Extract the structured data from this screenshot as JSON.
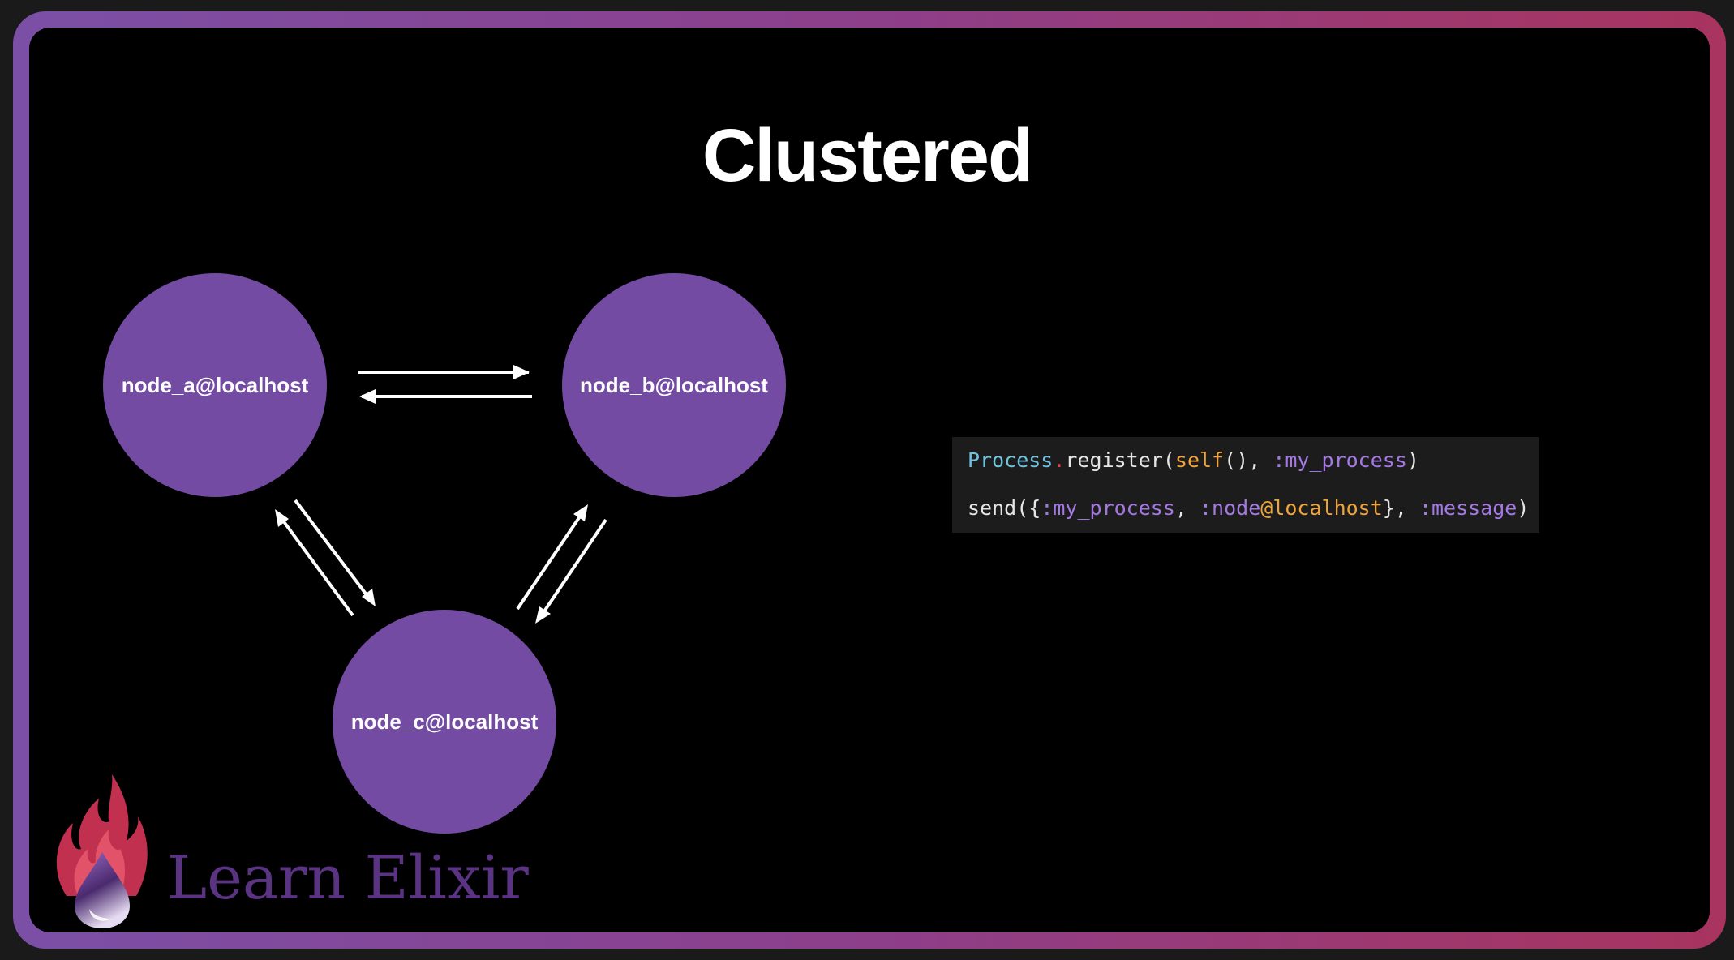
{
  "slide": {
    "title": "Clustered"
  },
  "nodes": [
    {
      "label": "node_a@localhost"
    },
    {
      "label": "node_b@localhost"
    },
    {
      "label": "node_c@localhost"
    }
  ],
  "code": {
    "line1": [
      {
        "text": "Process",
        "kind": "module"
      },
      {
        "text": ".",
        "kind": "dot"
      },
      {
        "text": "register(",
        "kind": "plain"
      },
      {
        "text": "self",
        "kind": "keyword"
      },
      {
        "text": "(), ",
        "kind": "plain"
      },
      {
        "text": ":my_process",
        "kind": "atom"
      },
      {
        "text": ")",
        "kind": "plain"
      }
    ],
    "line2": [
      {
        "text": "send({",
        "kind": "plain"
      },
      {
        "text": ":my_process",
        "kind": "atom"
      },
      {
        "text": ", ",
        "kind": "plain"
      },
      {
        "text": ":node",
        "kind": "atom"
      },
      {
        "text": "@localhost",
        "kind": "at"
      },
      {
        "text": "}, ",
        "kind": "plain"
      },
      {
        "text": ":message",
        "kind": "atom"
      },
      {
        "text": ")",
        "kind": "plain"
      }
    ]
  },
  "branding": {
    "text": "Learn Elixir",
    "icon": "elixir-flame-drop-icon"
  },
  "colors": {
    "node_fill": "#744ba3",
    "frame_start": "#7b4fa6",
    "frame_end": "#a8345f",
    "brand_text": "#5a3483"
  }
}
